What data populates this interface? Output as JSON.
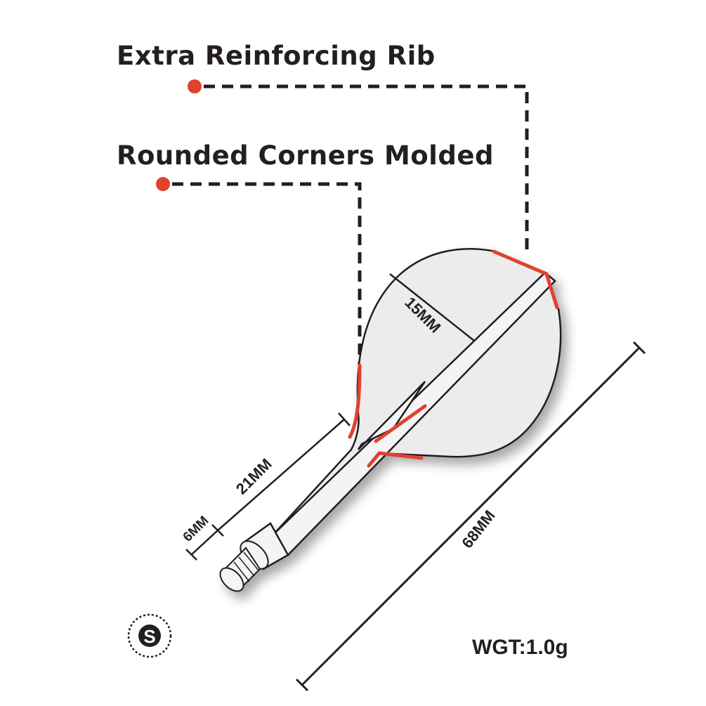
{
  "callouts": {
    "rib": "Extra Reinforcing Rib",
    "corners": "Rounded Corners Molded"
  },
  "dimensions": {
    "width": "15MM",
    "shaft": "21MM",
    "thread": "6MM",
    "total": "68MM"
  },
  "size_badge": "S",
  "weight": "WGT:1.0g",
  "colors": {
    "accent": "#e1412f",
    "line": "#231f20",
    "flight_fill": "#ececec"
  }
}
